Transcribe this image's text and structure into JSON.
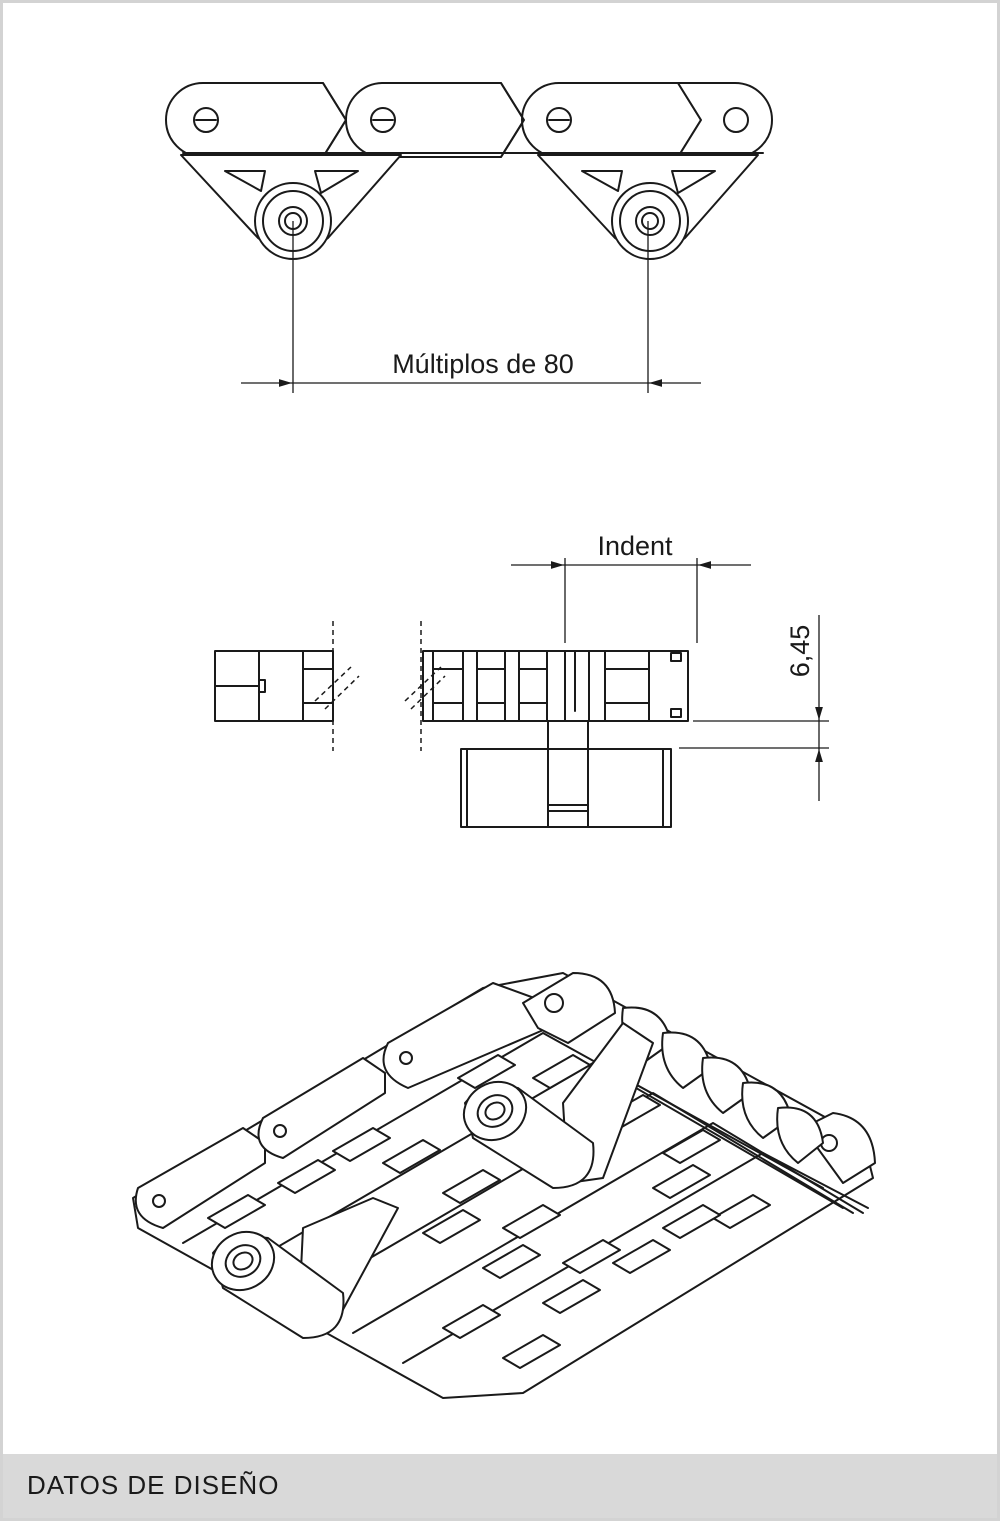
{
  "labels": {
    "multiples": "Múltiplos de 80",
    "indent": "Indent",
    "height_dim": "6,45"
  },
  "footer": {
    "title": "DATOS DE DISEÑO"
  },
  "colors": {
    "line": "#1a1a1a",
    "footer_bg": "#d9d9d9",
    "border": "#d3d3d3"
  }
}
